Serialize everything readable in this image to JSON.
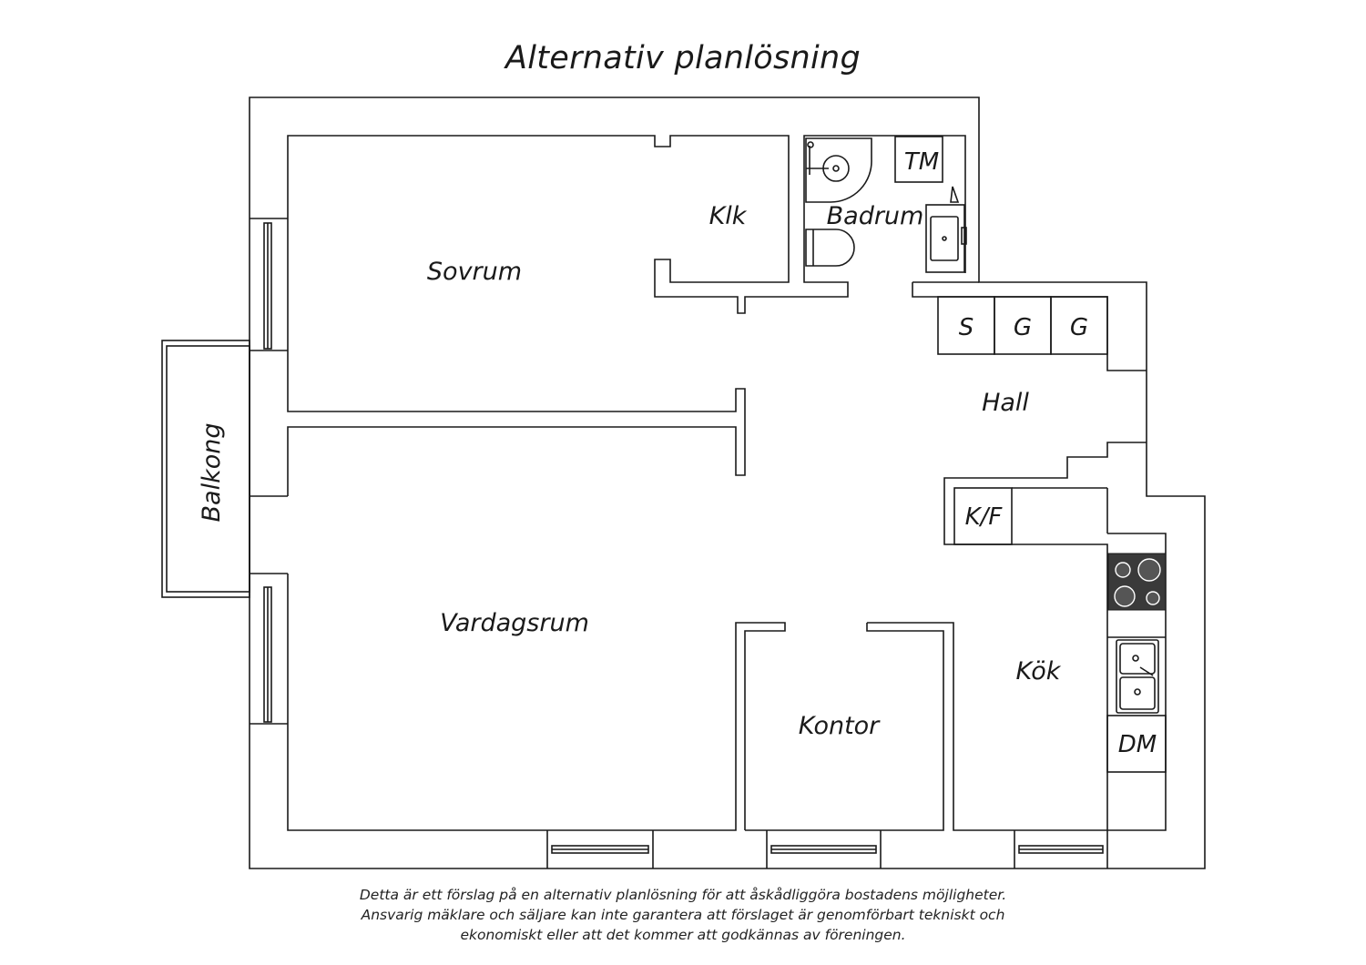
{
  "title": "Alternativ planlösning",
  "rooms": {
    "sovrum": "Sovrum",
    "klk": "Klk",
    "badrum": "Badrum",
    "hall": "Hall",
    "vardagsrum": "Vardagsrum",
    "kontor": "Kontor",
    "kok": "Kök",
    "balkong": "Balkong"
  },
  "fixtures": {
    "tm": "TM",
    "s": "S",
    "g1": "G",
    "g2": "G",
    "kf": "K/F",
    "dm": "DM"
  },
  "disclaimer": [
    "Detta är ett förslag på en alternativ planlösning för att åskådliggöra bostadens möjligheter.",
    "Ansvarig mäklare och säljare kan inte garantera att förslaget är genomförbart tekniskt och",
    "ekonomiskt eller att det kommer att godkännas av föreningen."
  ],
  "colors": {
    "line": "#1a1a1a",
    "stove": "#3a3a3a",
    "background": "#ffffff"
  }
}
